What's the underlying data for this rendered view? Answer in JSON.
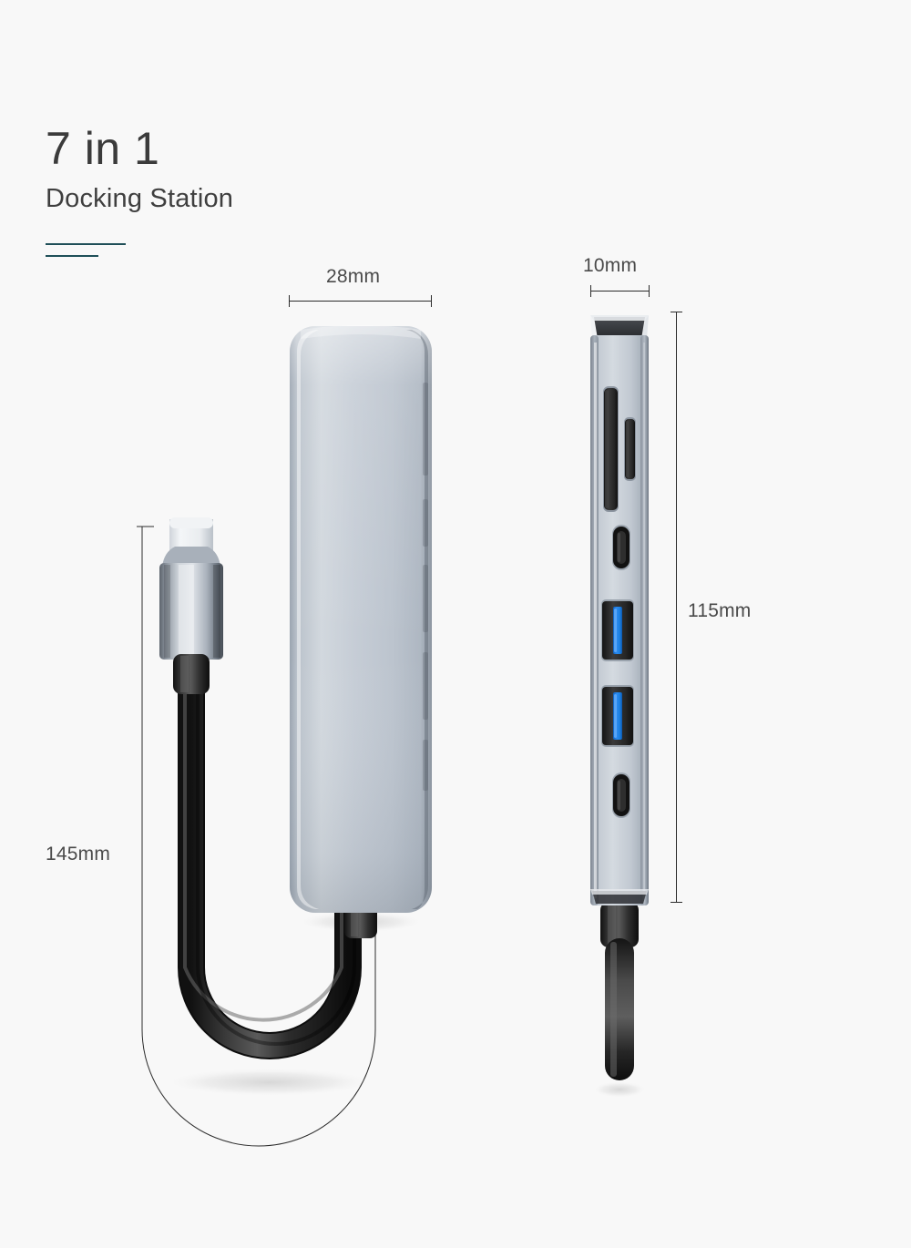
{
  "header": {
    "title": "7 in 1",
    "subtitle": "Docking Station"
  },
  "dimensions": {
    "width_top": "28mm",
    "depth_side": "10mm",
    "height_side": "115mm",
    "cable_length": "145mm"
  },
  "colors": {
    "background": "#f8f8f8",
    "title_text": "#3b3b3b",
    "subtitle_text": "#3f3f3f",
    "accent_rule": "#1f4f58",
    "dimension_line": "#2b2b2b",
    "dimension_text": "#4a4a4a",
    "body_silver_light": "#ccd3da",
    "body_silver_mid": "#b6bec8",
    "body_silver_dark": "#98a1ac",
    "cable_black": "#1e1e1e",
    "usb3_blue": "#1a7fe0",
    "port_dark": "#1c1c1c"
  },
  "product": {
    "top_view": {
      "name": "docking-station-top-view",
      "body_label": "aluminium housing"
    },
    "side_view": {
      "name": "docking-station-side-view",
      "ports": [
        {
          "id": "sd-card-slot",
          "label": "SD card slot",
          "type": "sd",
          "accent": "none"
        },
        {
          "id": "microsd-slot",
          "label": "microSD card slot",
          "type": "microsd",
          "accent": "none"
        },
        {
          "id": "usb-c-upper",
          "label": "USB-C port",
          "type": "usb-c",
          "accent": "none"
        },
        {
          "id": "usb-a-3-upper",
          "label": "USB 3.0 port",
          "type": "usb-a",
          "accent": "#1a7fe0"
        },
        {
          "id": "usb-a-3-lower",
          "label": "USB 3.0 port",
          "type": "usb-a",
          "accent": "#1a7fe0"
        },
        {
          "id": "usb-c-lower",
          "label": "USB-C port",
          "type": "usb-c",
          "accent": "none"
        }
      ]
    },
    "cable": {
      "connector": "USB-C connector",
      "shape": "u-loop"
    }
  }
}
